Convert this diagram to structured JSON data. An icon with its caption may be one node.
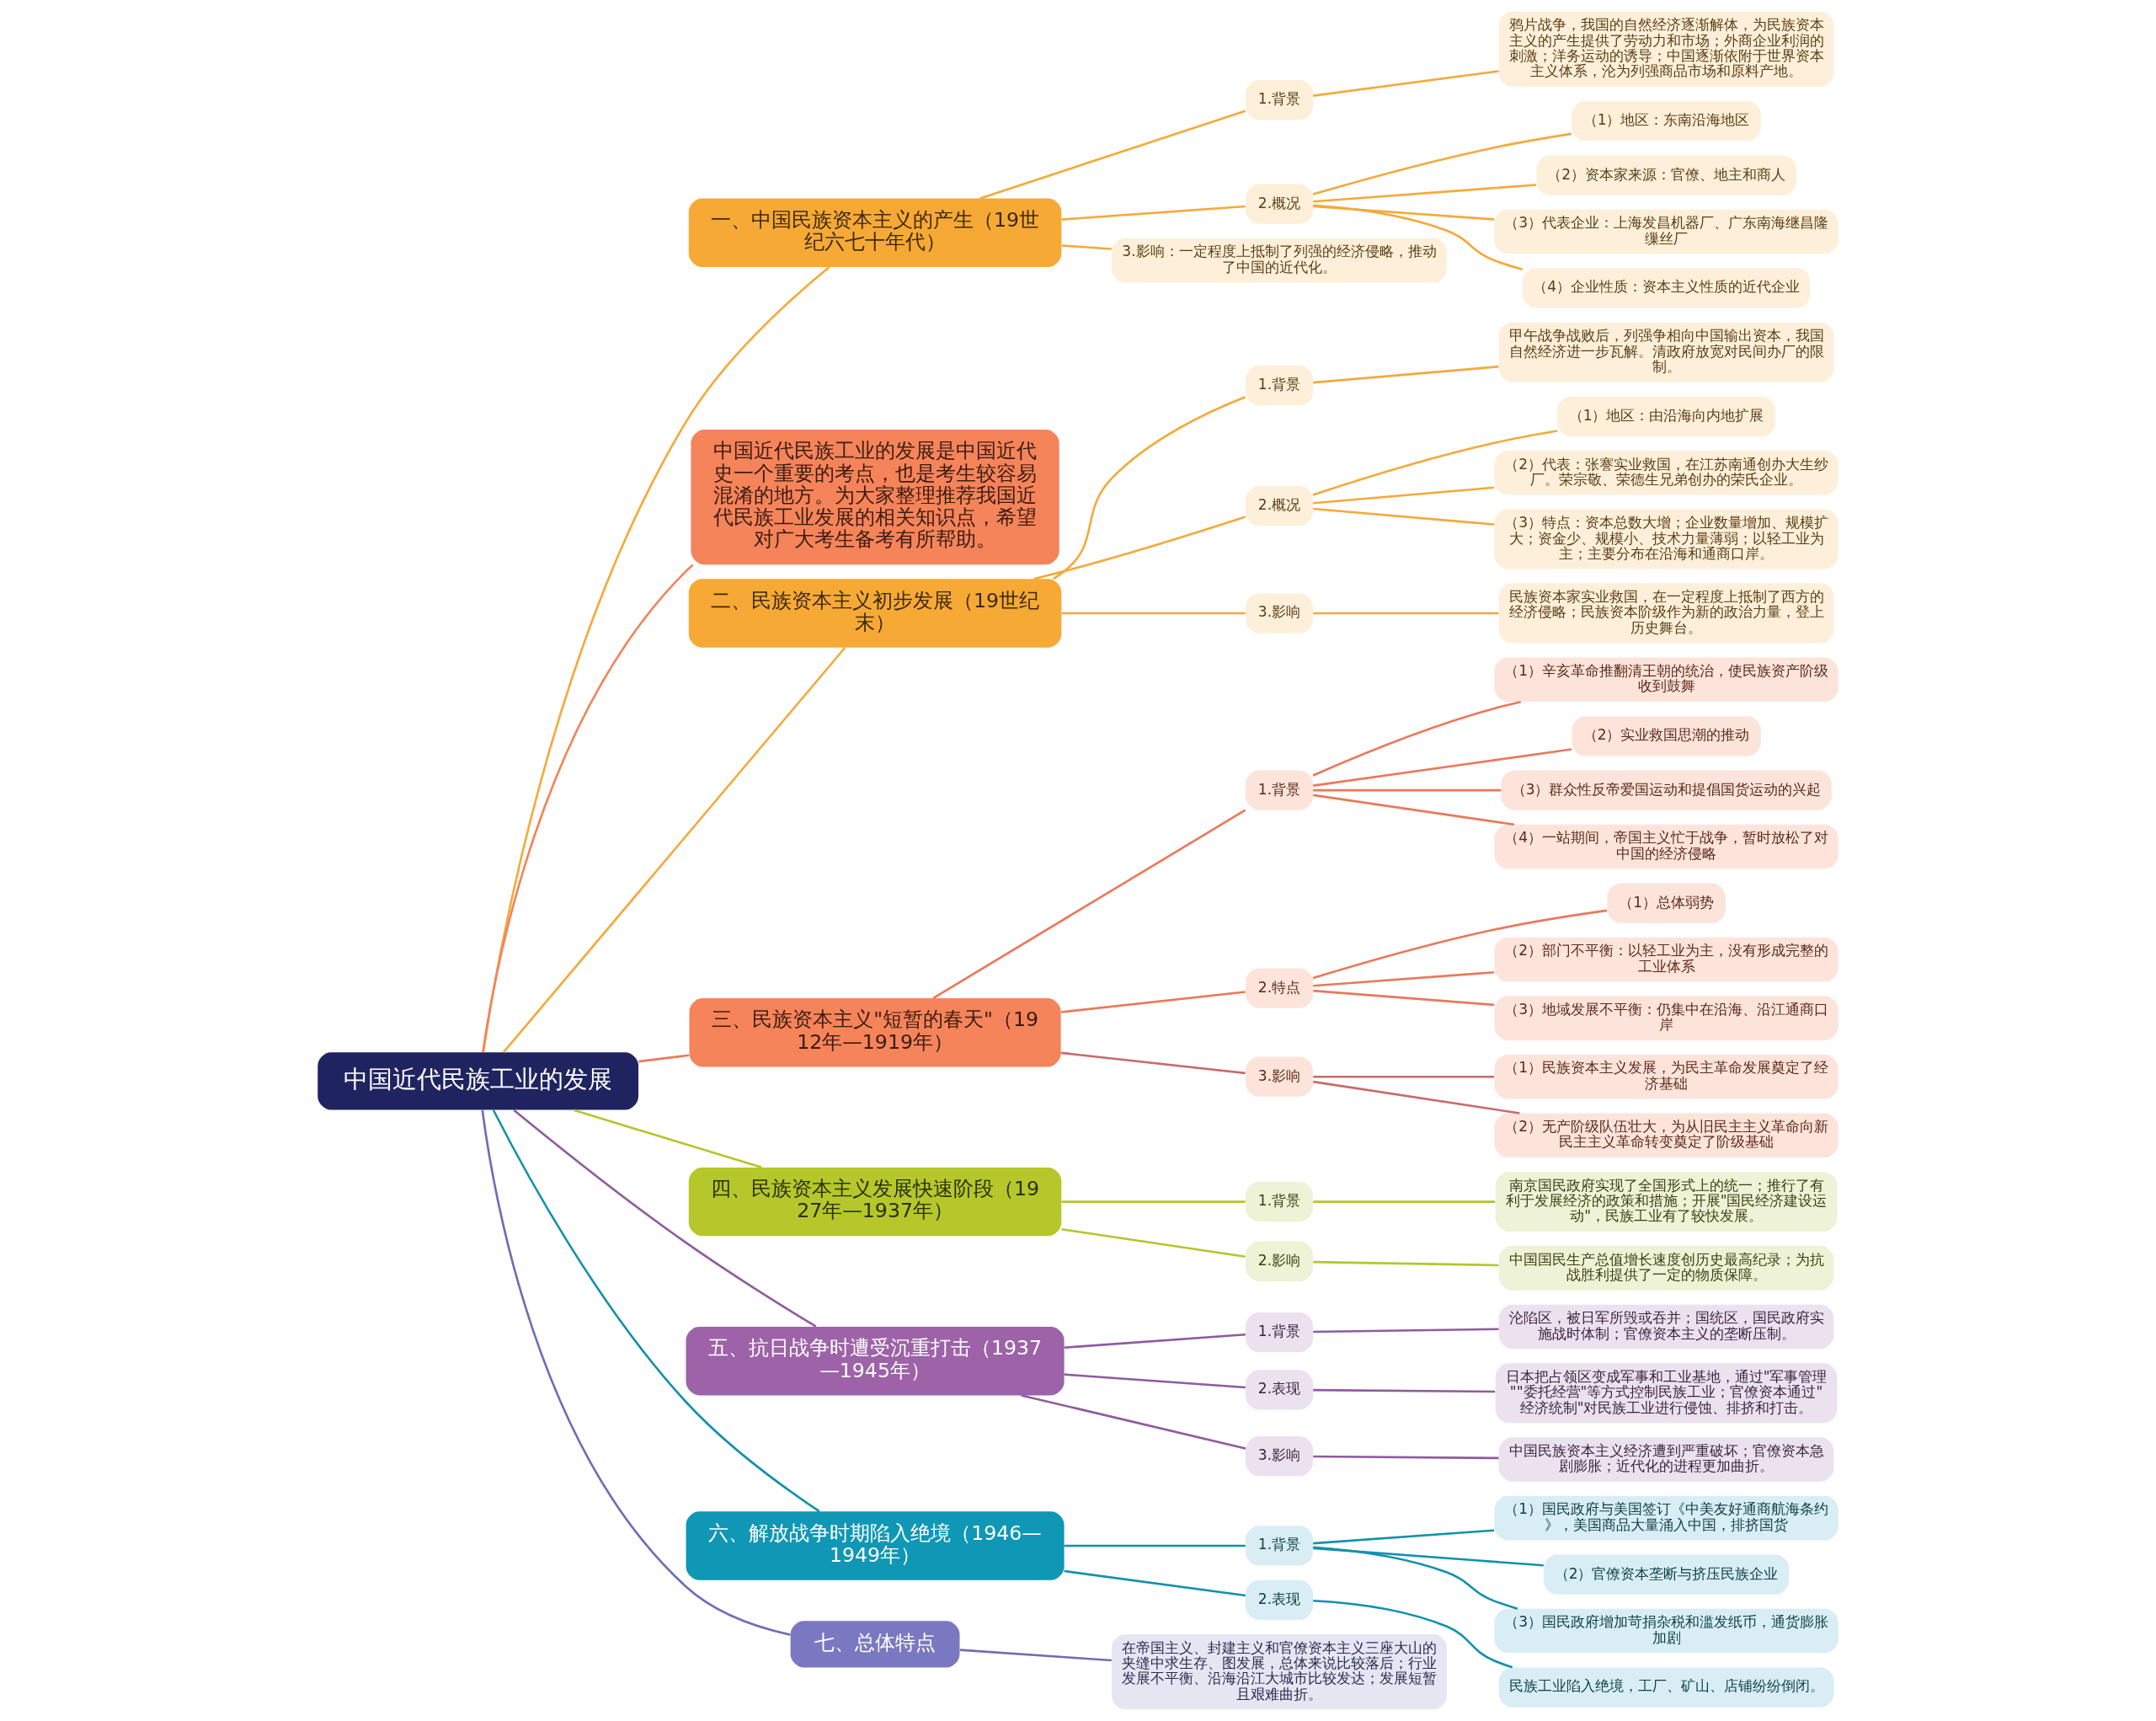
{
  "diagram": {
    "nodes": [
      {
        "text": [
          "中国近代民族工业的发展"
        ]
      },
      {
        "text": [
          "一、中国民族资本主义的产生（19世纪六七十年代）"
        ]
      },
      {
        "text": [
          "1.背景"
        ]
      },
      {
        "text": [
          "鸦片战争，我国的自然经济逐渐解体，为民族资本主义的产生提供了劳动力和市场；外商企业利润的刺激；洋务运动的诱导；中国逐渐依附于世界资本主义体系，沦为列强商品市场和原料产地。"
        ]
      },
      {
        "text": [
          "2.概况"
        ]
      },
      {
        "text": [
          "（1）地区：东南沿海地区"
        ]
      },
      {
        "text": [
          "（2）资本家来源：官僚、地主和商人"
        ]
      },
      {
        "text": [
          "（3）代表企业：上海发昌机器厂、广东南海继昌隆缫丝厂"
        ]
      },
      {
        "text": [
          "（4）企业性质：资本主义性质的近代企业"
        ]
      },
      {
        "text": [
          "3.影响：一定程度上抵制了列强的经济侵略，推动了中国的近代化。"
        ]
      },
      {
        "text": [
          "中国近代民族工业的发展是中国近代史一个重要的考点，也是考生较容易混淆的地方。为大家整理推荐我国近代民族工业发展的相关知识点，希望对广大考生备考有所帮助。"
        ]
      },
      {
        "text": [
          "二、民族资本主义初步发展（19世纪末）"
        ]
      },
      {
        "text": [
          "1.背景"
        ]
      },
      {
        "text": [
          "甲午战争战败后，列强争相向中国输出资本，我国自然经济进一步瓦解。清政府放宽对民间办厂的限制。"
        ]
      },
      {
        "text": [
          "2.概况"
        ]
      },
      {
        "text": [
          "（1）地区：由沿海向内地扩展"
        ]
      },
      {
        "text": [
          "（2）代表：张謇实业救国，在江苏南通创办大生纱厂。荣宗敬、荣德生兄弟创办的荣氏企业。"
        ]
      },
      {
        "text": [
          "（3）特点：资本总数大增；企业数量增加、规模扩大；资金少、规模小、技术力量薄弱；以轻工业为主；主要分布在沿海和通商口岸。"
        ]
      },
      {
        "text": [
          "3.影响"
        ]
      },
      {
        "text": [
          "民族资本家实业救国，在一定程度上抵制了西方的经济侵略；民族资本阶级作为新的政治力量，登上历史舞台。"
        ]
      },
      {
        "text": [
          "三、民族资本主义\"短暂的春天\"（1912年—1919年）"
        ]
      },
      {
        "text": [
          "1.背景"
        ]
      },
      {
        "text": [
          "（1）辛亥革命推翻清王朝的统治，使民族资产阶级收到鼓舞"
        ]
      },
      {
        "text": [
          "（2）实业救国思潮的推动"
        ]
      },
      {
        "text": [
          "（3）群众性反帝爱国运动和提倡国货运动的兴起"
        ]
      },
      {
        "text": [
          "（4）一站期间，帝国主义忙于战争，暂时放松了对中国的经济侵略"
        ]
      },
      {
        "text": [
          "2.特点"
        ]
      },
      {
        "text": [
          "（1）总体弱势"
        ]
      },
      {
        "text": [
          "（2）部门不平衡：以轻工业为主，没有形成完整的工业体系"
        ]
      },
      {
        "text": [
          "（3）地域发展不平衡：仍集中在沿海、沿江通商口岸"
        ]
      },
      {
        "text": [
          "3.影响"
        ]
      },
      {
        "text": [
          "（1）民族资本主义发展，为民主革命发展奠定了经济基础"
        ]
      },
      {
        "text": [
          "（2）无产阶级队伍壮大，为从旧民主主义革命向新民主主义革命转变奠定了阶级基础"
        ]
      },
      {
        "text": [
          "四、民族资本主义发展快速阶段（1927年—1937年）"
        ]
      },
      {
        "text": [
          "1.背景"
        ]
      },
      {
        "text": [
          "南京国民政府实现了全国形式上的统一；推行了有利于发展经济的政策和措施；开展\"国民经济建设运动\"，民族工业有了较快发展。"
        ]
      },
      {
        "text": [
          "2.影响"
        ]
      },
      {
        "text": [
          "中国国民生产总值增长速度创历史最高纪录；为抗战胜利提供了一定的物质保障。"
        ]
      },
      {
        "text": [
          "五、抗日战争时遭受沉重打击（1937—1945年）"
        ]
      },
      {
        "text": [
          "1.背景"
        ]
      },
      {
        "text": [
          "沦陷区，被日军所毁或吞并；国统区，国民政府实施战时体制；官僚资本主义的垄断压制。"
        ]
      },
      {
        "text": [
          "2.表现"
        ]
      },
      {
        "text": [
          "日本把占领区变成军事和工业基地，通过\"军事管理\"\"委托经营\"等方式控制民族工业；官僚资本通过\"经济统制\"对民族工业进行侵蚀、排挤和打击。"
        ]
      },
      {
        "text": [
          "3.影响"
        ]
      },
      {
        "text": [
          "中国民族资本主义经济遭到严重破坏；官僚资本急剧膨胀；近代化的进程更加曲折。"
        ]
      },
      {
        "text": [
          "六、解放战争时期陷入绝境（1946—1949年）"
        ]
      },
      {
        "text": [
          "1.背景"
        ]
      },
      {
        "text": [
          "（1）国民政府与美国签订《中美友好通商航海条约》，美国商品大量涌入中国，排挤国货"
        ]
      },
      {
        "text": [
          "（2）官僚资本垄断与挤压民族企业"
        ]
      },
      {
        "text": [
          "（3）国民政府增加苛捐杂税和滥发纸币，通货膨胀加剧"
        ]
      },
      {
        "text": [
          "2.表现"
        ]
      },
      {
        "text": [
          "民族工业陷入绝境，工厂、矿山、店铺纷纷倒闭。"
        ]
      },
      {
        "text": [
          "七、总体特点"
        ]
      },
      {
        "text": [
          "在帝国主义、封建主义和官僚资本主义三座大山的夹缝中求生存、图发展，总体来说比较落后；行业发展不平衡、沿海沿江大城市比较发达；发展短暂且艰难曲折。"
        ]
      }
    ],
    "edges": [
      {
        "from": 0,
        "to": 1,
        "arrow": "none",
        "color": "#f5a93a"
      },
      {
        "from": 1,
        "to": 2,
        "arrow": "none",
        "color": "#f5a93a"
      },
      {
        "from": 2,
        "to": 3,
        "arrow": "none",
        "color": "#f5a93a"
      },
      {
        "from": 1,
        "to": 4,
        "arrow": "none",
        "color": "#f5a93a"
      },
      {
        "from": 4,
        "to": 5,
        "arrow": "none",
        "color": "#f5a93a"
      },
      {
        "from": 4,
        "to": 6,
        "arrow": "none",
        "color": "#f5a93a"
      },
      {
        "from": 4,
        "to": 7,
        "arrow": "none",
        "color": "#f5a93a"
      },
      {
        "from": 4,
        "to": 8,
        "arrow": "none",
        "color": "#f5a93a"
      },
      {
        "from": 1,
        "to": 9,
        "arrow": "none",
        "color": "#f5a93a"
      },
      {
        "from": 0,
        "to": 10,
        "arrow": "none",
        "color": "#f2845a"
      },
      {
        "from": 0,
        "to": 11,
        "arrow": "none",
        "color": "#f5a93a"
      },
      {
        "from": 11,
        "to": 12,
        "arrow": "none",
        "color": "#f5a93a"
      },
      {
        "from": 12,
        "to": 13,
        "arrow": "none",
        "color": "#f5a93a"
      },
      {
        "from": 11,
        "to": 14,
        "arrow": "none",
        "color": "#f5a93a"
      },
      {
        "from": 14,
        "to": 15,
        "arrow": "none",
        "color": "#f5a93a"
      },
      {
        "from": 14,
        "to": 16,
        "arrow": "none",
        "color": "#f5a93a"
      },
      {
        "from": 14,
        "to": 17,
        "arrow": "none",
        "color": "#f5a93a"
      },
      {
        "from": 11,
        "to": 18,
        "arrow": "none",
        "color": "#f5a93a"
      },
      {
        "from": 18,
        "to": 19,
        "arrow": "none",
        "color": "#f5a93a"
      },
      {
        "from": 0,
        "to": 20,
        "arrow": "none",
        "color": "#e9795a"
      },
      {
        "from": 20,
        "to": 21,
        "arrow": "none",
        "color": "#e9795a"
      },
      {
        "from": 21,
        "to": 22,
        "arrow": "none",
        "color": "#e9795a"
      },
      {
        "from": 21,
        "to": 23,
        "arrow": "none",
        "color": "#e9795a"
      },
      {
        "from": 21,
        "to": 24,
        "arrow": "none",
        "color": "#e9795a"
      },
      {
        "from": 21,
        "to": 25,
        "arrow": "none",
        "color": "#e9795a"
      },
      {
        "from": 20,
        "to": 26,
        "arrow": "none",
        "color": "#e9795a"
      },
      {
        "from": 26,
        "to": 27,
        "arrow": "none",
        "color": "#e9795a"
      },
      {
        "from": 26,
        "to": 28,
        "arrow": "none",
        "color": "#e9795a"
      },
      {
        "from": 26,
        "to": 29,
        "arrow": "none",
        "color": "#e9795a"
      },
      {
        "from": 20,
        "to": 30,
        "arrow": "none",
        "color": "#c96a6a"
      },
      {
        "from": 30,
        "to": 31,
        "arrow": "none",
        "color": "#c96a6a"
      },
      {
        "from": 30,
        "to": 32,
        "arrow": "none",
        "color": "#c96a6a"
      },
      {
        "from": 0,
        "to": 33,
        "arrow": "none",
        "color": "#b3c62b"
      },
      {
        "from": 33,
        "to": 34,
        "arrow": "none",
        "color": "#b3c62b"
      },
      {
        "from": 34,
        "to": 35,
        "arrow": "none",
        "color": "#b3c62b"
      },
      {
        "from": 33,
        "to": 36,
        "arrow": "none",
        "color": "#b3c62b"
      },
      {
        "from": 36,
        "to": 37,
        "arrow": "none",
        "color": "#b3c62b"
      },
      {
        "from": 0,
        "to": 38,
        "arrow": "none",
        "color": "#8e5c9e"
      },
      {
        "from": 38,
        "to": 39,
        "arrow": "none",
        "color": "#8e5c9e"
      },
      {
        "from": 39,
        "to": 40,
        "arrow": "none",
        "color": "#8e5c9e"
      },
      {
        "from": 38,
        "to": 41,
        "arrow": "none",
        "color": "#8e5c9e"
      },
      {
        "from": 41,
        "to": 42,
        "arrow": "none",
        "color": "#8e5c9e"
      },
      {
        "from": 38,
        "to": 43,
        "arrow": "none",
        "color": "#8e5c9e"
      },
      {
        "from": 43,
        "to": 44,
        "arrow": "none",
        "color": "#8e5c9e"
      },
      {
        "from": 0,
        "to": 45,
        "arrow": "none",
        "color": "#1391ad"
      },
      {
        "from": 45,
        "to": 46,
        "arrow": "none",
        "color": "#1391ad"
      },
      {
        "from": 46,
        "to": 47,
        "arrow": "none",
        "color": "#1391ad"
      },
      {
        "from": 46,
        "to": 48,
        "arrow": "none",
        "color": "#1391ad"
      },
      {
        "from": 46,
        "to": 49,
        "arrow": "none",
        "color": "#1391ad"
      },
      {
        "from": 45,
        "to": 50,
        "arrow": "none",
        "color": "#1391ad"
      },
      {
        "from": 50,
        "to": 51,
        "arrow": "none",
        "color": "#1391ad"
      },
      {
        "from": 0,
        "to": 52,
        "arrow": "none",
        "color": "#6f6db5"
      },
      {
        "from": 52,
        "to": 53,
        "arrow": "none",
        "color": "#6f6db5"
      }
    ]
  }
}
